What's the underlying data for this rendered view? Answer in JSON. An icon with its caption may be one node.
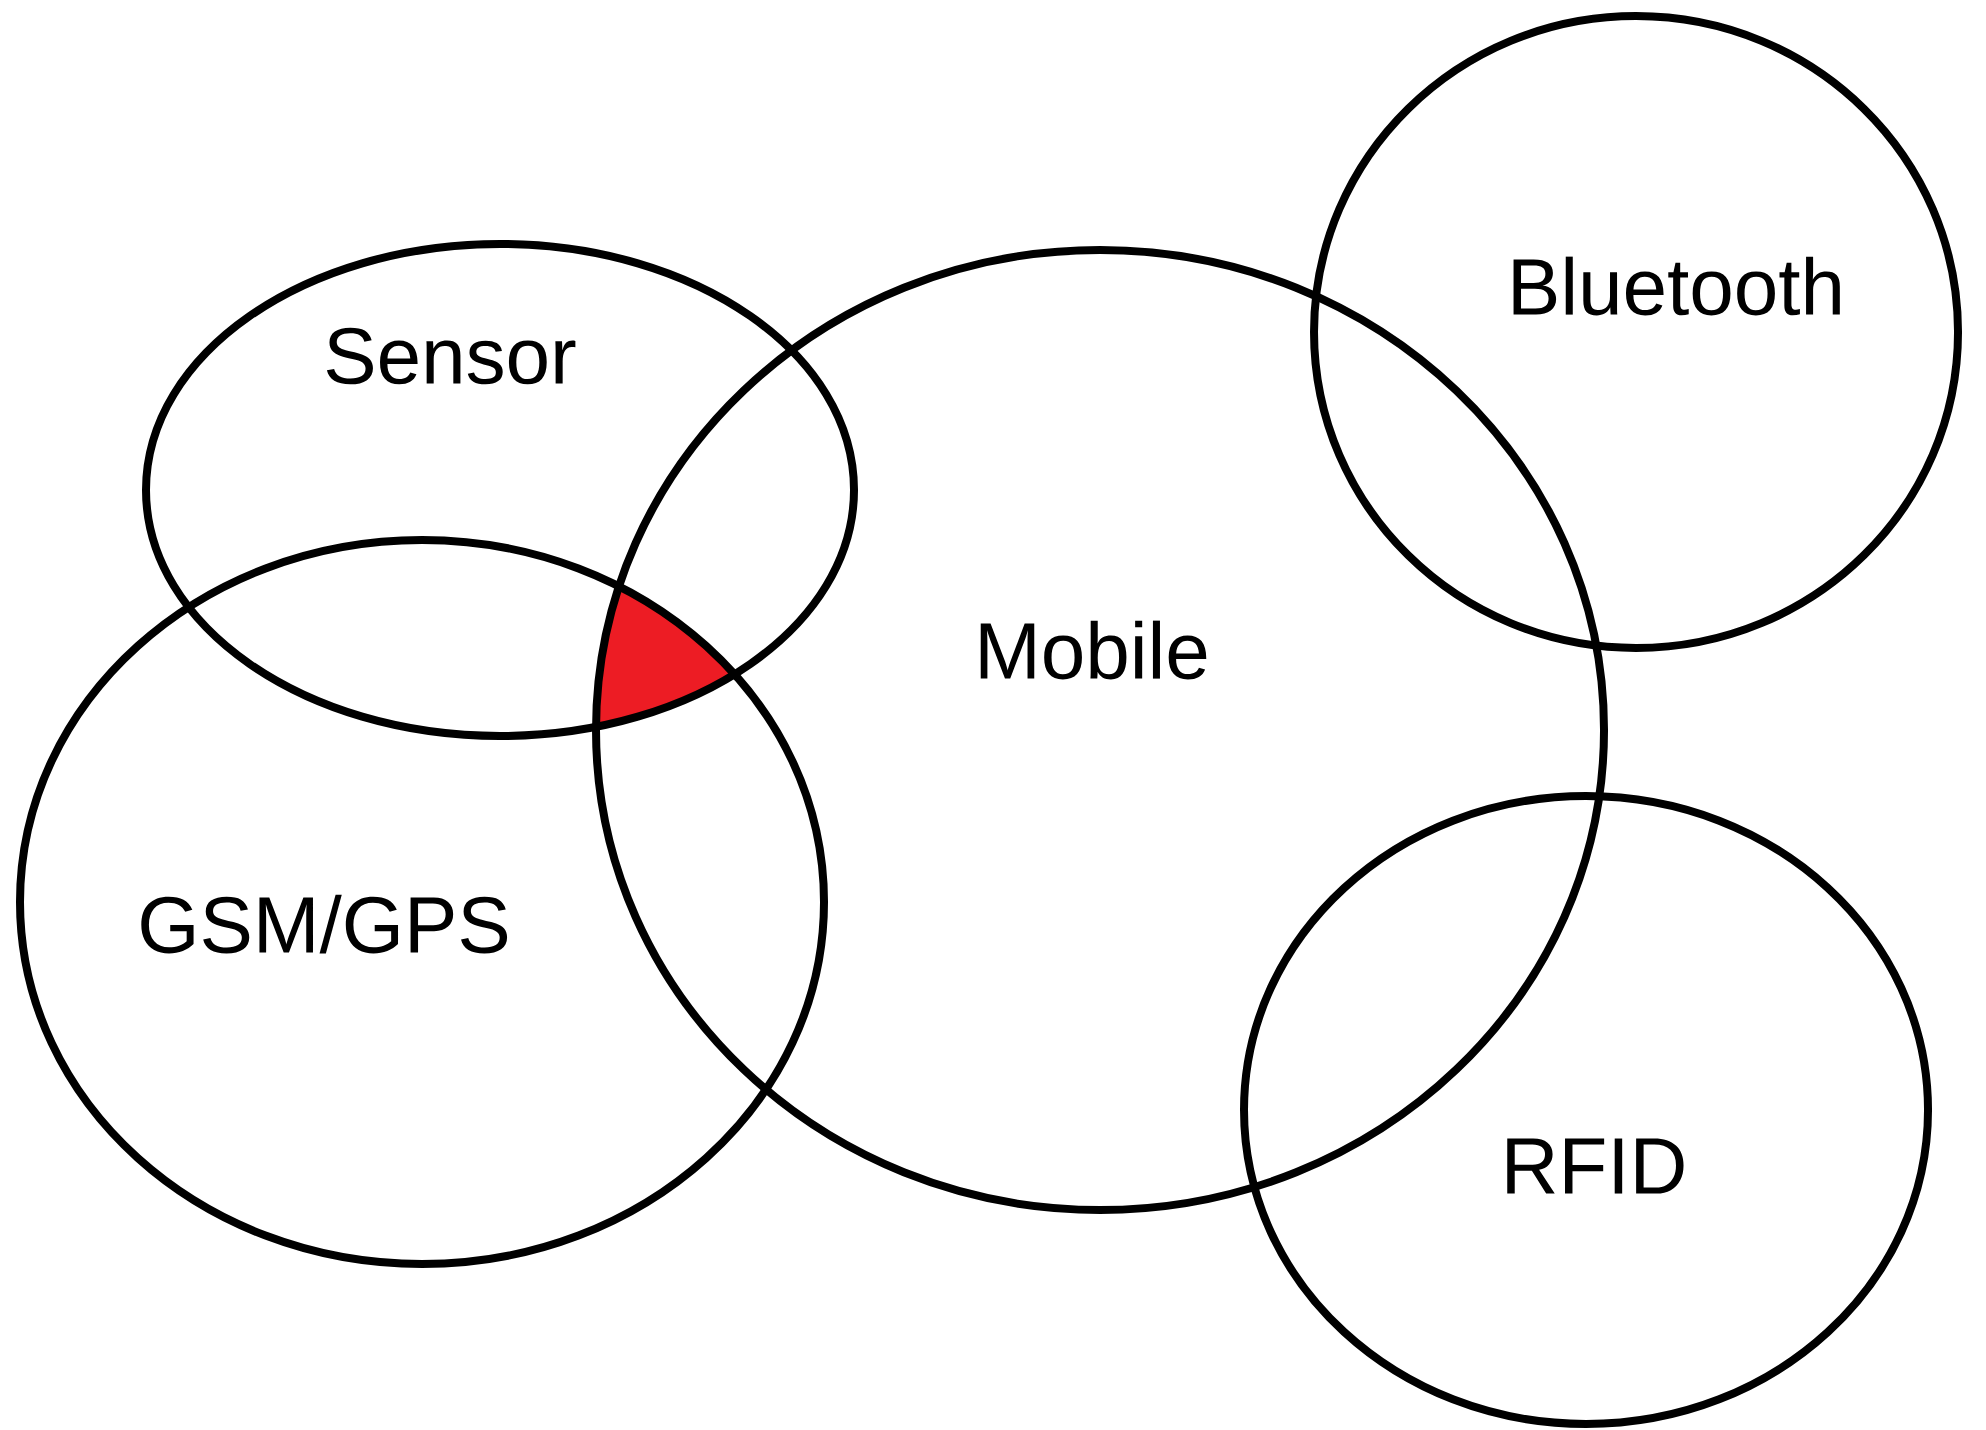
{
  "diagram": {
    "nodes": [
      {
        "text": [
          "Sensor"
        ]
      },
      {
        "text": [
          "GSM/GPS"
        ]
      },
      {
        "text": [
          "Mobile"
        ]
      },
      {
        "text": [
          "Bluetooth"
        ]
      },
      {
        "text": [
          "RFID"
        ]
      }
    ]
  }
}
